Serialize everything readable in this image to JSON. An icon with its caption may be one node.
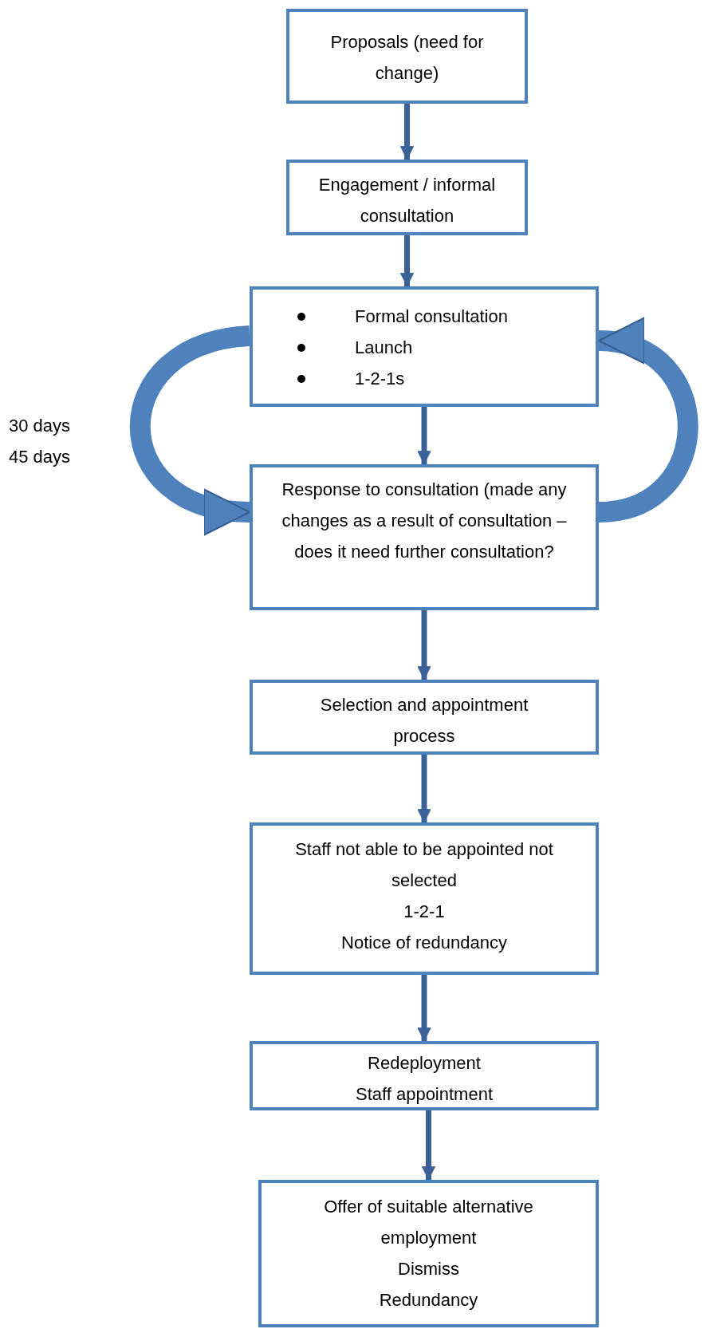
{
  "diagram": {
    "nodes": [
      {
        "text": [
          "Proposals (need for change)"
        ]
      },
      {
        "text": [
          "Engagement / informal consultation"
        ]
      },
      {
        "text": [
          "Formal consultation",
          "Launch",
          "1-2-1s"
        ]
      },
      {
        "text": [
          "Response to consultation (made any changes as a result of consultation – does it need further consultation?"
        ]
      },
      {
        "text": [
          "Selection and appointment process"
        ]
      },
      {
        "text": [
          "Staff not able to be appointed not selected",
          "1-2-1",
          "Notice of redundancy"
        ]
      },
      {
        "text": [
          "Redeployment",
          "Staff appointment"
        ]
      },
      {
        "text": [
          "Offer of suitable alternative employment",
          "Dismiss",
          "Redundancy"
        ]
      }
    ],
    "edges": [
      {
        "from": 0,
        "to": 1,
        "arrow": "to"
      },
      {
        "from": 1,
        "to": 2,
        "arrow": "to"
      },
      {
        "from": 2,
        "to": 3,
        "arrow": "to"
      },
      {
        "from": 3,
        "to": 4,
        "arrow": "to"
      },
      {
        "from": 4,
        "to": 5,
        "arrow": "to"
      },
      {
        "from": 5,
        "to": 6,
        "arrow": "to"
      },
      {
        "from": 6,
        "to": 7,
        "arrow": "to"
      },
      {
        "from": 2,
        "to": 3,
        "arrow": "to",
        "style": "thick"
      },
      {
        "from": 3,
        "to": 2,
        "arrow": "to",
        "style": "thick"
      }
    ],
    "labels": [
      "30 days",
      "45 days"
    ]
  }
}
